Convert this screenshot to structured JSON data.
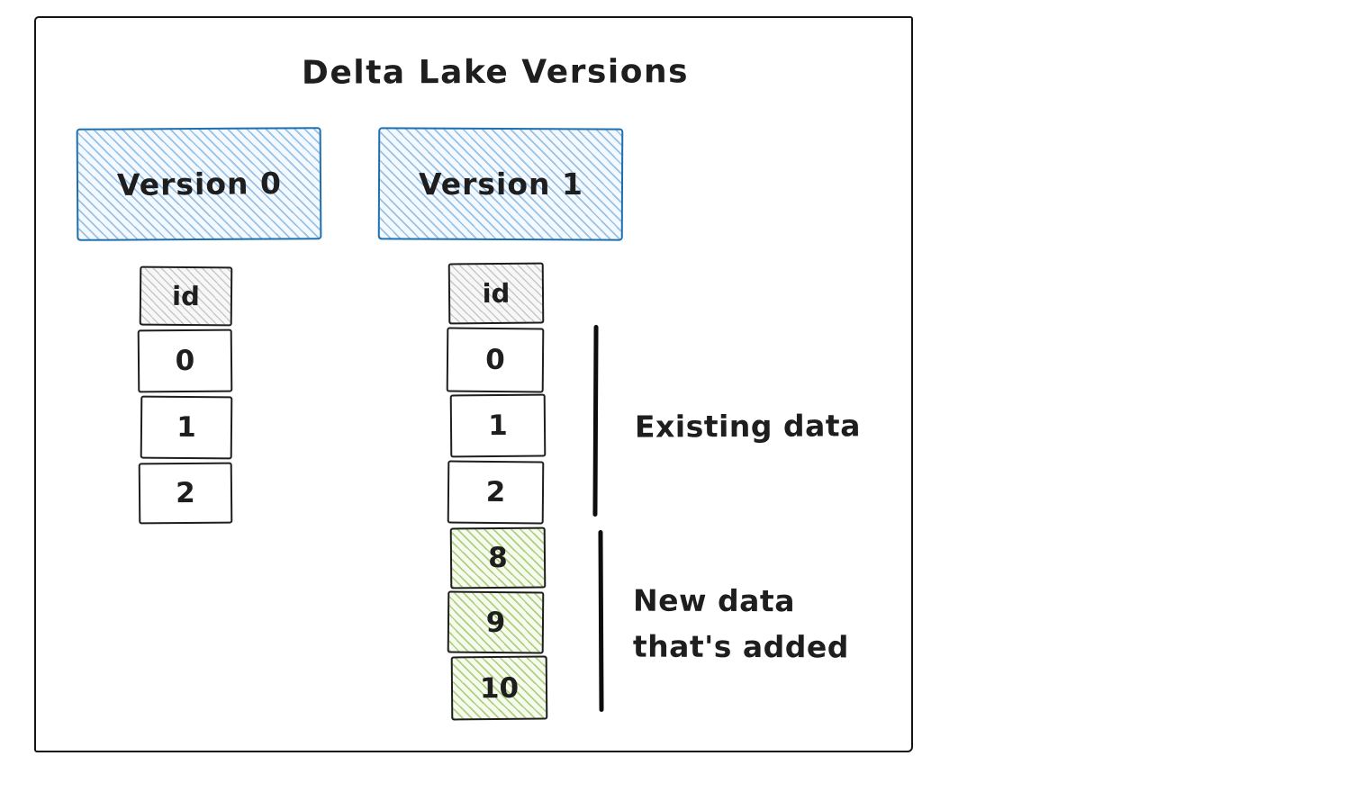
{
  "diagram": {
    "title": "Delta Lake Versions",
    "version0": {
      "label": "Version 0",
      "header": "id",
      "rows": [
        "0",
        "1",
        "2"
      ]
    },
    "version1": {
      "label": "Version 1",
      "header": "id",
      "existing_rows": [
        "0",
        "1",
        "2"
      ],
      "new_rows": [
        "8",
        "9",
        "10"
      ]
    },
    "annotations": {
      "existing": "Existing data",
      "new_line1": "New data",
      "new_line2": "that's added"
    },
    "colors": {
      "ink": "#1e1e1e",
      "version_border": "#1d6fad",
      "version_hatch": "#4d94d1",
      "header_hatch": "#8c8c8c",
      "new_hatch": "#7cb338",
      "background": "#ffffff"
    }
  }
}
